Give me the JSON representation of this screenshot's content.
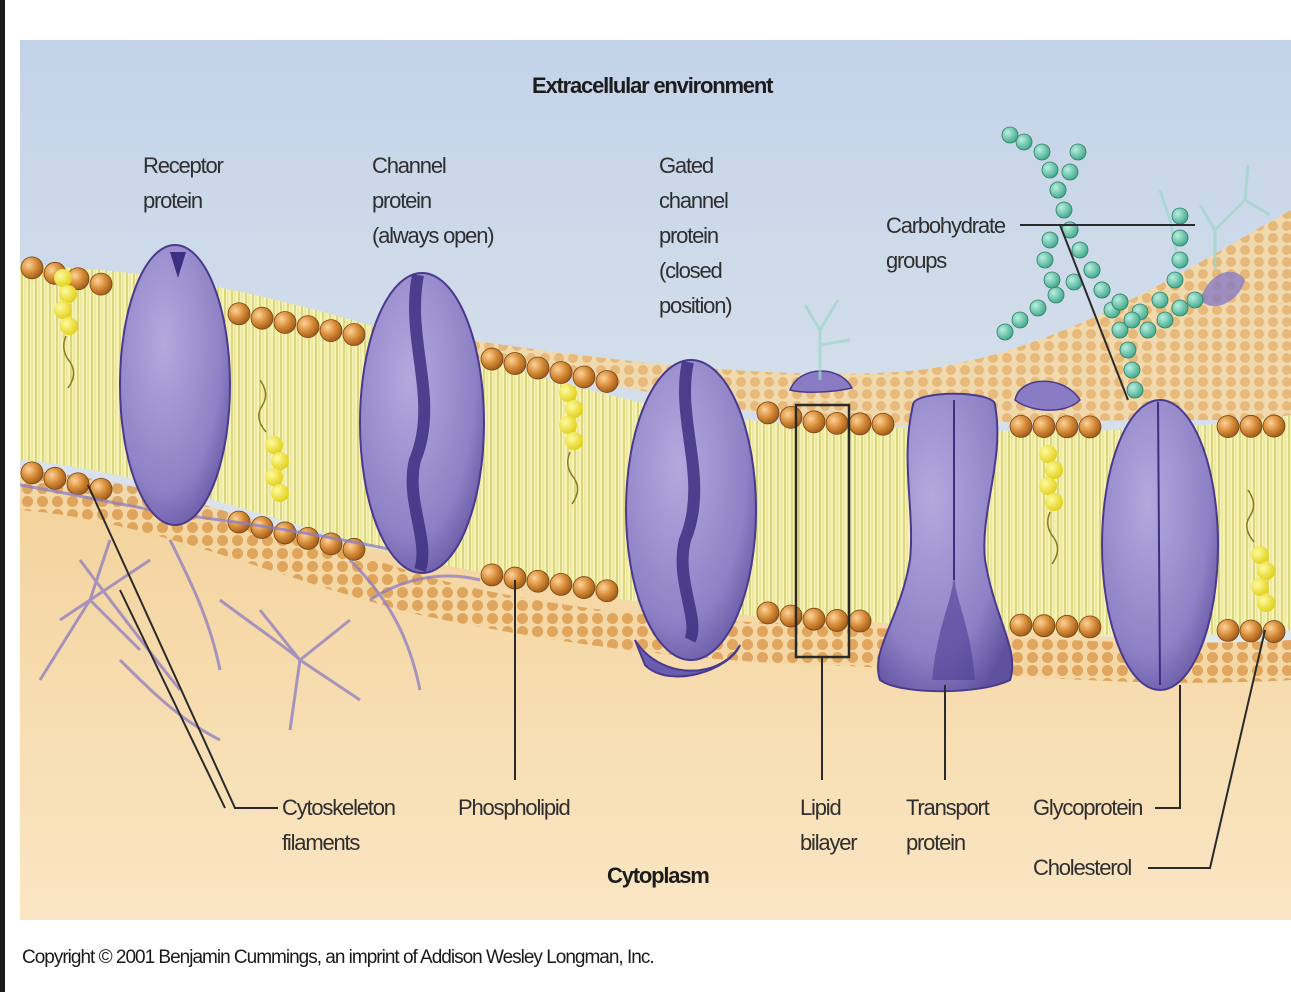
{
  "figure": {
    "extracellular_label": "Extracellular environment",
    "cytoplasm_label": "Cytoplasm",
    "labels": {
      "receptor_protein": "Receptor\nprotein",
      "channel_protein": "Channel\nprotein\n(always open)",
      "gated_channel_protein": "Gated\nchannel\nprotein\n(closed\nposition)",
      "carbohydrate_groups": "Carbohydrate\ngroups",
      "cytoskeleton_filaments": "Cytoskeleton\nfilaments",
      "phospholipid": "Phospholipid",
      "lipid_bilayer": "Lipid\nbilayer",
      "transport_protein": "Transport\nprotein",
      "glycoprotein": "Glycoprotein",
      "cholesterol": "Cholesterol"
    },
    "colors": {
      "extracellular": "#cfdcec",
      "cytoplasm": "#f5d9a8",
      "phospholipid_head": "#c9782a",
      "lipid_tails": "#f3f0a6",
      "protein": "#9b8fcf",
      "protein_dark": "#4a3a8e",
      "carbohydrate": "#5cc0a4",
      "cholesterol": "#f1e43a"
    }
  },
  "copyright": "Copyright © 2001 Benjamin Cummings, an imprint of Addison Wesley Longman, Inc."
}
